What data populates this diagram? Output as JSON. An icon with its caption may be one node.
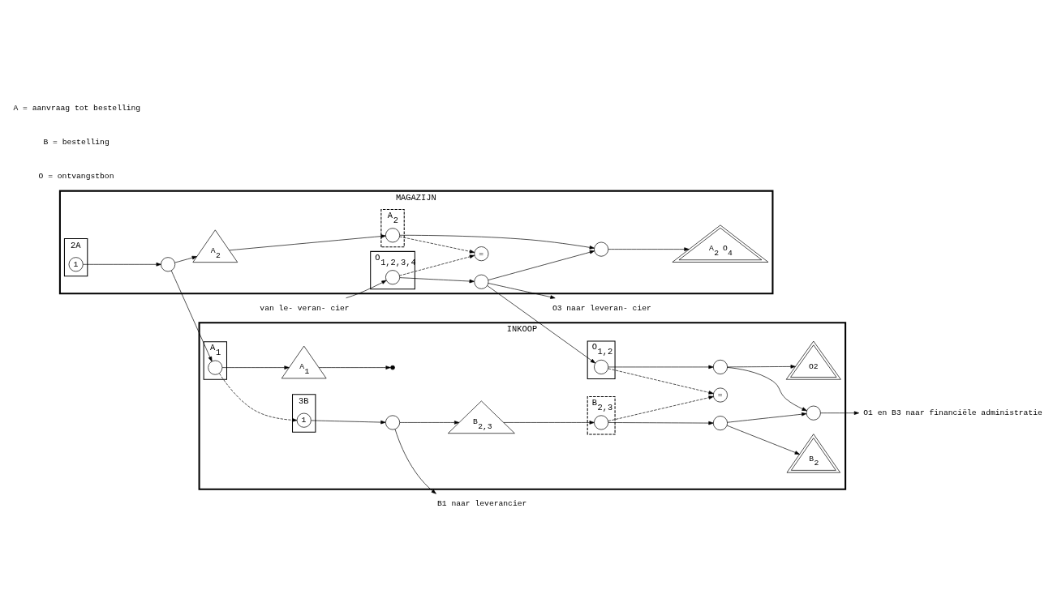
{
  "diagram": {
    "nodes": [
      {
        "text": [
          "MAGAZIJN"
        ]
      },
      {
        "text": [
          "2A"
        ],
        "in": 0
      },
      {
        "text": [
          "1"
        ],
        "in": 1
      },
      {
        "text": [
          "A$_{2}$"
        ],
        "in": 0
      },
      {
        "text": [],
        "shape": "circle",
        "in": 3
      },
      {
        "text": [
          "="
        ],
        "in": 0
      },
      {
        "text": [
          "O$_{1,2,3,4}$"
        ],
        "in": 0
      },
      {
        "text": [],
        "shape": "circle",
        "in": 6
      },
      {
        "text": [],
        "shape": "circle",
        "in": 0
      },
      {
        "text": [
          "A$_{2}$"
        ],
        "in": 0
      },
      {
        "text": [],
        "shape": "circle",
        "in": 0
      },
      {
        "text": [],
        "shape": "circle",
        "in": 0
      },
      {
        "text": [
          "A$_{2}$ O$_{4}$"
        ],
        "in": 0
      },
      {
        "text": [
          "van le- veran- cier"
        ]
      },
      {
        "text": [
          "O3 naar leveran- cier"
        ]
      },
      {
        "text": [
          "INKOOP"
        ]
      },
      {
        "text": [
          "A$_{1}$"
        ],
        "in": 15
      },
      {
        "text": [],
        "shape": "circle",
        "in": 16
      },
      {
        "text": [
          "3B"
        ],
        "in": 15
      },
      {
        "text": [
          "1"
        ],
        "in": 18
      },
      {
        "text": [],
        "shape": "circle",
        "in": 15
      },
      {
        "text": [
          "B1 naar leverancier"
        ]
      },
      {
        "text": [
          "A$_{1}$"
        ],
        "in": 15
      },
      {
        "text": [],
        "shape": "cross",
        "in": 15
      },
      {
        "text": [
          "O$_{1,2}$"
        ],
        "in": 15
      },
      {
        "text": [],
        "shape": "circle",
        "in": 24
      },
      {
        "text": [
          "="
        ],
        "in": 15
      },
      {
        "text": [
          "B$_{2,3}$"
        ],
        "in": 15
      },
      {
        "text": [],
        "shape": "circle",
        "in": 27
      },
      {
        "text": [
          "B$_{2,3}$"
        ],
        "in": 15
      },
      {
        "text": [],
        "shape": "circle",
        "in": 15
      },
      {
        "text": [
          "B$_{2}$"
        ],
        "in": 15
      },
      {
        "text": [],
        "shape": "circle",
        "in": 15
      },
      {
        "text": [],
        "shape": "circle",
        "in": 15
      },
      {
        "text": [
          "O1 en B3 naar financiële administratie"
        ]
      },
      {
        "text": [
          "O2"
        ],
        "in": 15
      }
    ],
    "edges": [
      {
        "from": 2,
        "to": 8,
        "arrow": "to"
      },
      {
        "from": 8,
        "to": 9,
        "arrow": "to"
      },
      {
        "from": 9,
        "to": 4,
        "arrow": "to"
      },
      {
        "from": 4,
        "to": 5,
        "arrow": "to",
        "style": "dashed"
      },
      {
        "from": 7,
        "to": 5,
        "arrow": "to",
        "style": "dashed"
      },
      {
        "from": 4,
        "to": 10,
        "arrow": "to"
      },
      {
        "from": 11,
        "to": 10,
        "arrow": "to"
      },
      {
        "from": 10,
        "to": 12,
        "arrow": "to"
      },
      {
        "from": 7,
        "to": 11,
        "arrow": "to"
      },
      {
        "from": 13,
        "to": 7,
        "arrow": "to"
      },
      {
        "from": 11,
        "to": 14,
        "arrow": "to"
      },
      {
        "from": 11,
        "to": 25,
        "arrow": "to"
      },
      {
        "from": 8,
        "to": 17,
        "arrow": "to"
      },
      {
        "from": 17,
        "to": 19,
        "arrow": "to",
        "style": "dashed"
      },
      {
        "from": 17,
        "to": 22,
        "arrow": "to"
      },
      {
        "from": 22,
        "to": 23,
        "arrow": "to"
      },
      {
        "from": 19,
        "to": 20,
        "arrow": "to"
      },
      {
        "from": 20,
        "to": 21,
        "arrow": "to"
      },
      {
        "from": 20,
        "to": 29,
        "arrow": "to"
      },
      {
        "from": 29,
        "to": 28,
        "arrow": "to"
      },
      {
        "from": 28,
        "to": 26,
        "arrow": "to",
        "style": "dashed"
      },
      {
        "from": 25,
        "to": 26,
        "arrow": "to",
        "style": "dashed"
      },
      {
        "from": 25,
        "to": 32,
        "arrow": "to"
      },
      {
        "from": 32,
        "to": 35,
        "arrow": "to"
      },
      {
        "from": 32,
        "to": 33,
        "arrow": "to"
      },
      {
        "from": 28,
        "to": 30,
        "arrow": "to"
      },
      {
        "from": 30,
        "to": 31,
        "arrow": "to"
      },
      {
        "from": 30,
        "to": 33,
        "arrow": "to"
      },
      {
        "from": 33,
        "to": 34,
        "arrow": "to"
      }
    ],
    "labels": [
      "A = aanvraag tot bestelling",
      "B = bestelling",
      "O = ontvangstbon"
    ]
  }
}
